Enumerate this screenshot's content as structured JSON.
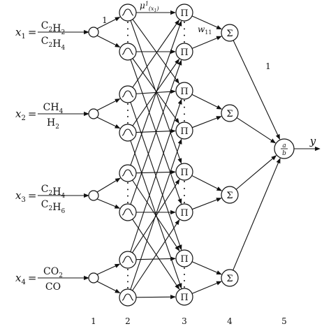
{
  "inputs": [
    {
      "var": "x",
      "sub": "1",
      "num": {
        "a": "C",
        "as": "2",
        "b": "H",
        "bs": "2"
      },
      "den": {
        "a": "C",
        "as": "2",
        "b": "H",
        "bs": "4"
      }
    },
    {
      "var": "x",
      "sub": "2",
      "num": {
        "a": "CH",
        "as": "4",
        "b": "",
        "bs": ""
      },
      "den": {
        "a": "H",
        "as": "2",
        "b": "",
        "bs": ""
      }
    },
    {
      "var": "x",
      "sub": "3",
      "num": {
        "a": "C",
        "as": "2",
        "b": "H",
        "bs": "4"
      },
      "den": {
        "a": "C",
        "as": "2",
        "b": "H",
        "bs": "6"
      }
    },
    {
      "var": "x",
      "sub": "4",
      "num": {
        "a": "CO",
        "as": "2",
        "b": "",
        "bs": ""
      },
      "den": {
        "a": "CO",
        "as": "",
        "b": "",
        "bs": ""
      }
    }
  ],
  "labels": {
    "weight_one_top": "1",
    "membership_label": "μ",
    "membership_sup": "1",
    "membership_sub": "(x",
    "membership_sub2": "1",
    "membership_close": ")",
    "w_label": "w",
    "w_sub": "11",
    "weight_one_right": "1",
    "output": "y",
    "product_symbol": "Π",
    "sum_symbol": "Σ",
    "div_num": "a",
    "div_den": "b",
    "equals": "="
  },
  "layers": [
    "1",
    "2",
    "3",
    "4",
    "5"
  ]
}
